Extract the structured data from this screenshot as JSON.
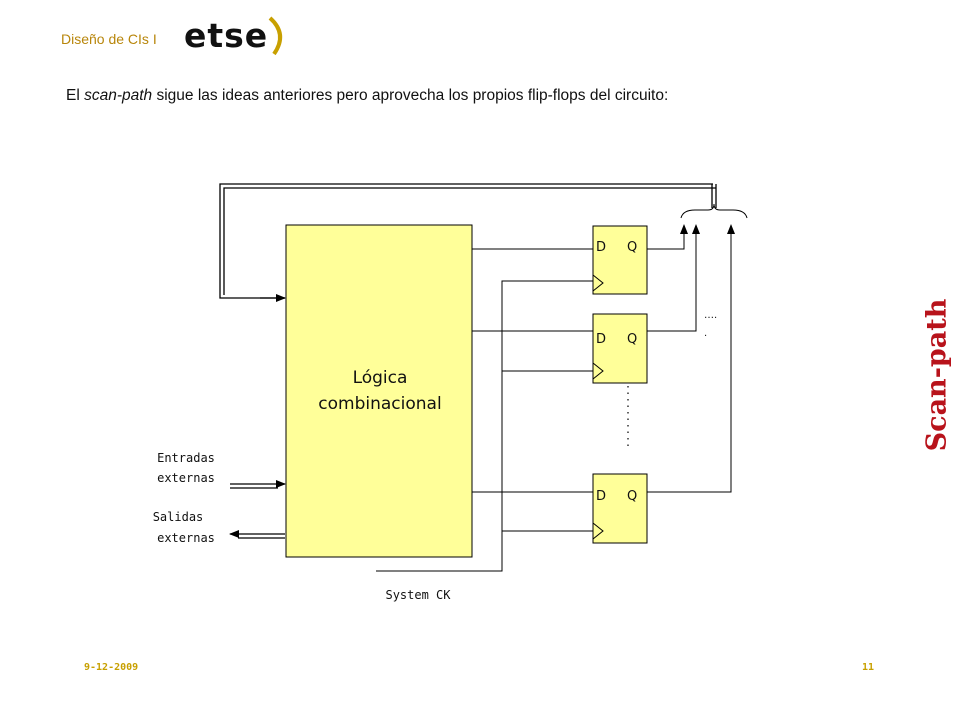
{
  "header": {
    "course": "Diseño de CIs I",
    "logo_text": "etse"
  },
  "intro": {
    "prefix": "El ",
    "emph": "scan-path",
    "suffix": " sigue las ideas anteriores pero aprovecha los propios flip-flops del circuito:"
  },
  "diagram": {
    "logic_line1": "Lógica",
    "logic_line2": "combinacional",
    "ext_in_line1": "Entradas",
    "ext_in_line2": "externas",
    "ext_out_line1": "Salidas",
    "ext_out_line2": "externas",
    "clock_label": "System CK",
    "ff_d": "D",
    "ff_q": "Q",
    "dots_small_1": "….",
    "dots_small_2": "."
  },
  "side_title": "Scan-path",
  "footer": {
    "date": "9-12-2009",
    "page": "11"
  },
  "colors": {
    "logic_fill": "#ffff99",
    "accent_gold": "#b8860b",
    "title_red": "#b8131b",
    "stroke": "#000000"
  }
}
